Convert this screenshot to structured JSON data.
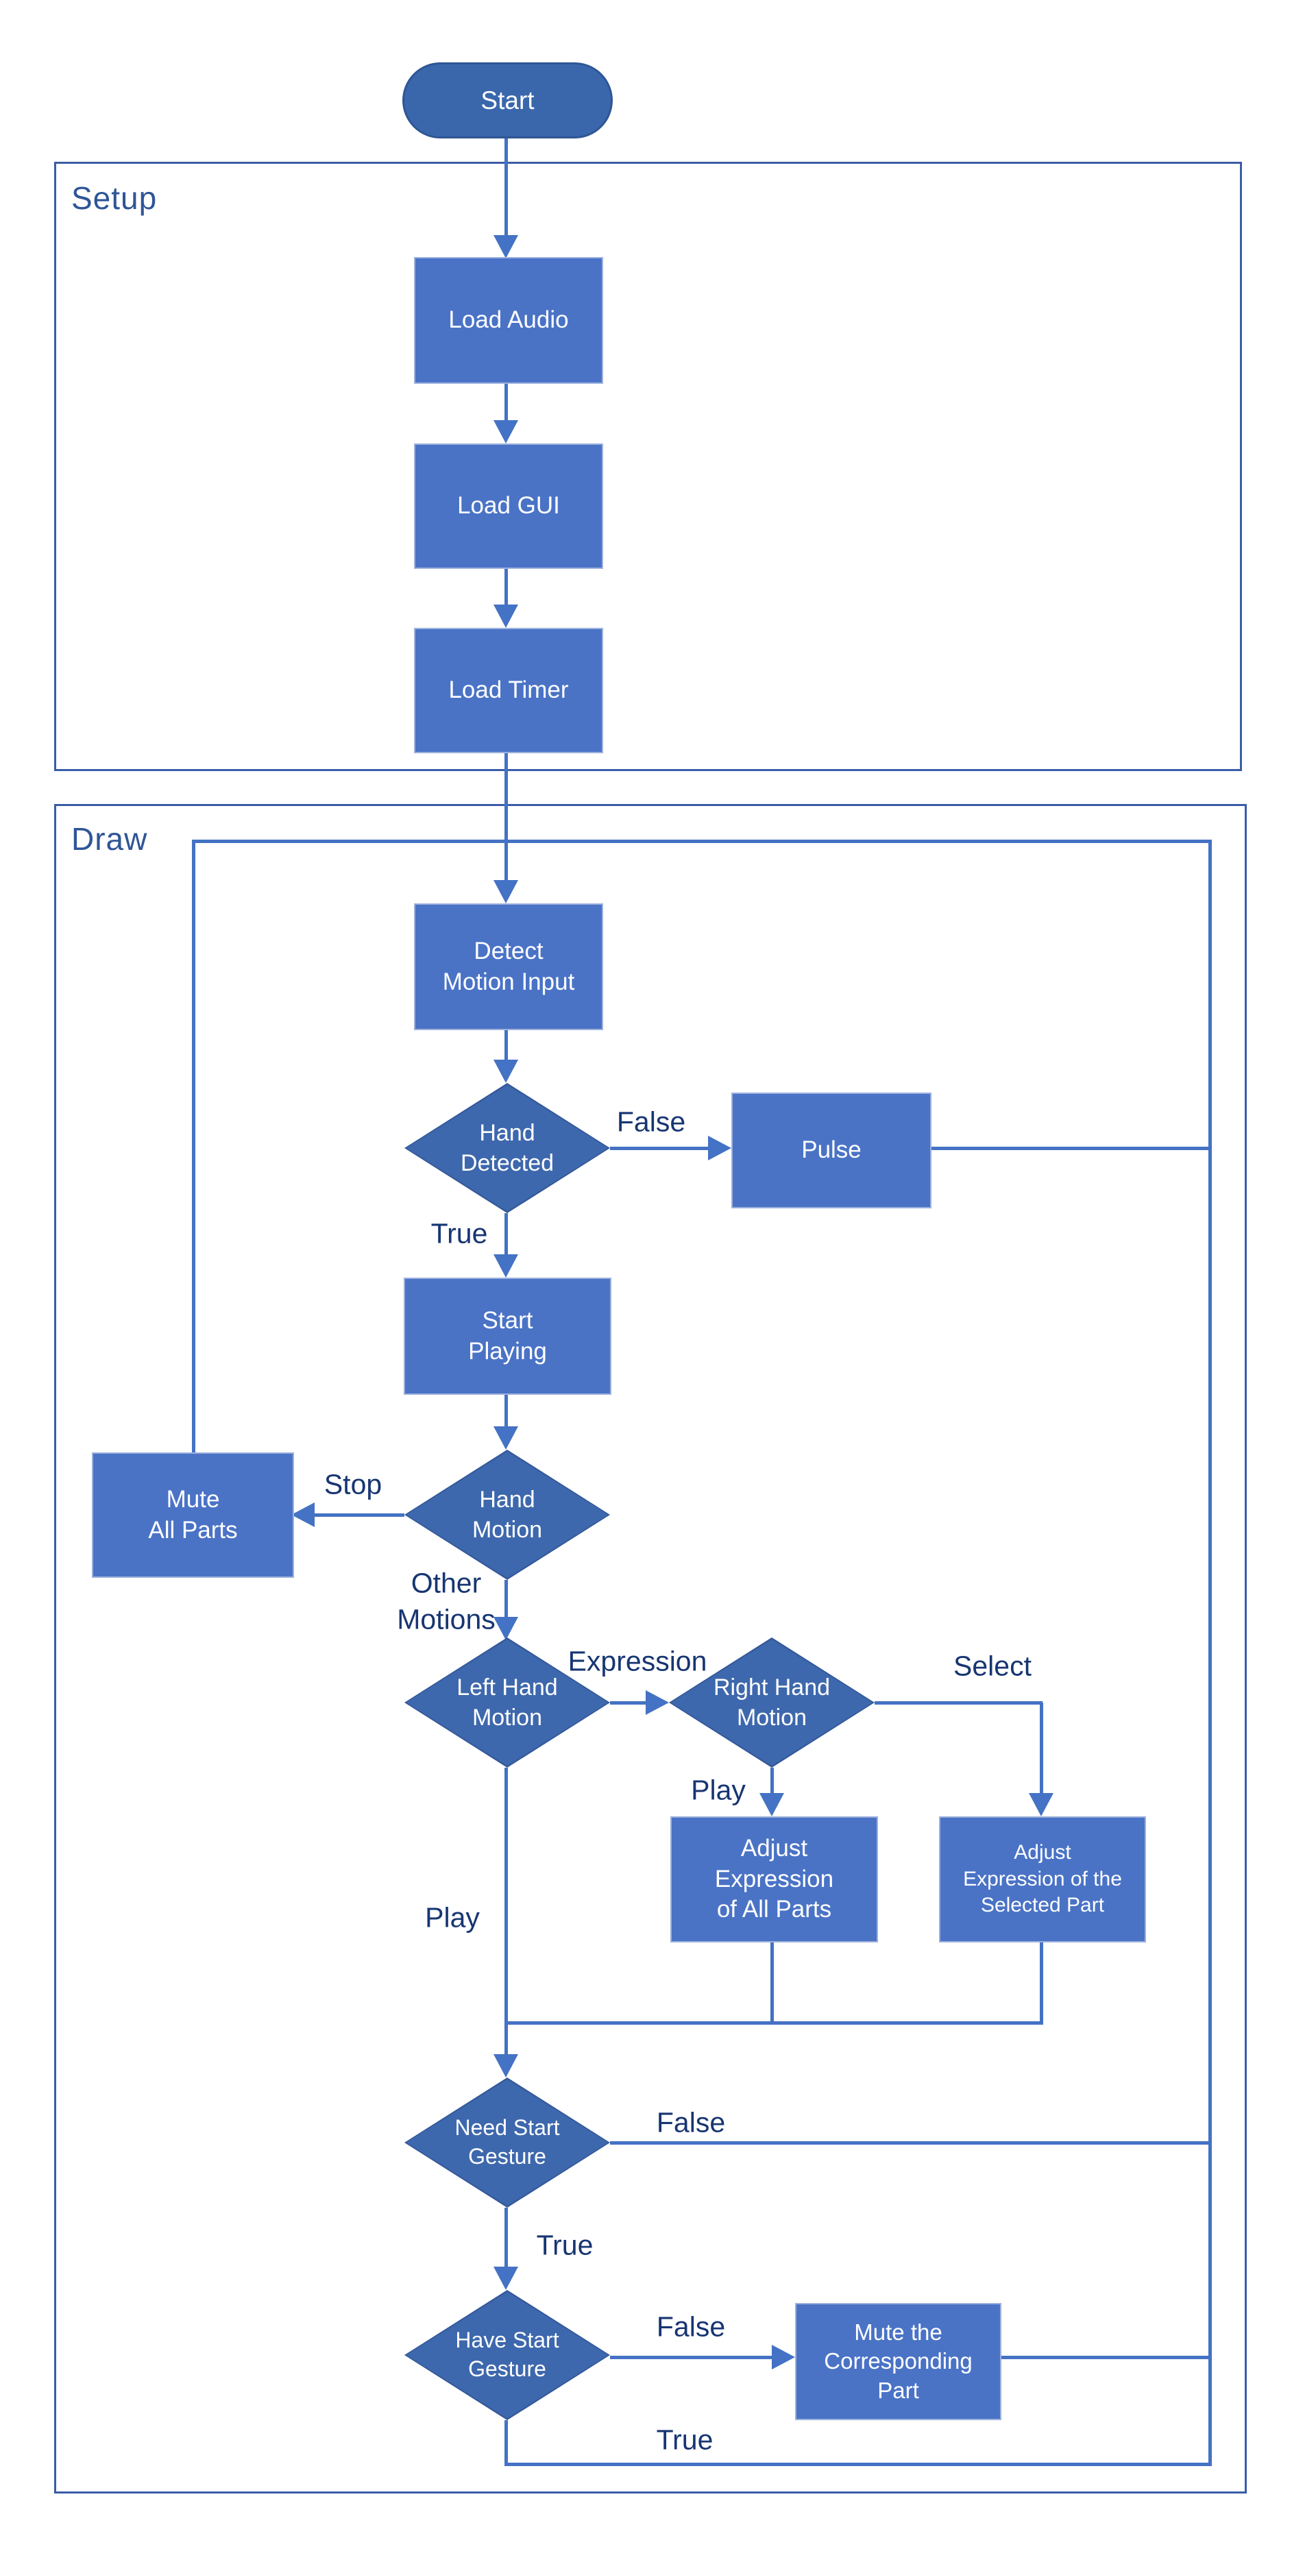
{
  "flow": {
    "sections": {
      "setup": {
        "label": "Setup"
      },
      "draw": {
        "label": "Draw"
      }
    },
    "start": {
      "label": "Start"
    },
    "nodes": {
      "load_audio": {
        "label": "Load Audio"
      },
      "load_gui": {
        "label": "Load GUI"
      },
      "load_timer": {
        "label": "Load Timer"
      },
      "detect_motion_input": {
        "label": "Detect\nMotion Input"
      },
      "hand_detected": {
        "label": "Hand\nDetected"
      },
      "pulse": {
        "label": "Pulse"
      },
      "start_playing": {
        "label": "Start\nPlaying"
      },
      "hand_motion": {
        "label": "Hand\nMotion"
      },
      "mute_all_parts": {
        "label": "Mute\nAll Parts"
      },
      "left_hand_motion": {
        "label": "Left Hand\nMotion"
      },
      "right_hand_motion": {
        "label": "Right Hand\nMotion"
      },
      "adjust_expression_all_parts": {
        "label": "Adjust\nExpression\nof All Parts"
      },
      "adjust_expression_selected_part": {
        "label": "Adjust\nExpression of the\nSelected Part"
      },
      "need_start_gesture": {
        "label": "Need Start\nGesture"
      },
      "have_start_gesture": {
        "label": "Have Start\nGesture"
      },
      "mute_corresponding_part": {
        "label": "Mute the\nCorresponding\nPart"
      }
    },
    "edge_labels": {
      "hand_detected_false": "False",
      "hand_detected_true": "True",
      "stop": "Stop",
      "other_motions": "Other\nMotions",
      "expression": "Expression",
      "select": "Select",
      "play_right": "Play",
      "play_left": "Play",
      "need_start_false": "False",
      "need_start_true": "True",
      "have_start_false": "False",
      "have_start_true": "True"
    },
    "colors": {
      "connector": "#4472c4",
      "process_fill": "#4a73c6",
      "process_border": "#9db1dd",
      "decision_fill": "#3e68ad",
      "decision_border": "#35599b",
      "terminator_fill": "#3a67ac",
      "terminator_border": "#2e5694",
      "container_border": "#3a5da8",
      "section_label": "#2f5597",
      "edge_label": "#173572",
      "shape_text": "#ffffff"
    }
  }
}
